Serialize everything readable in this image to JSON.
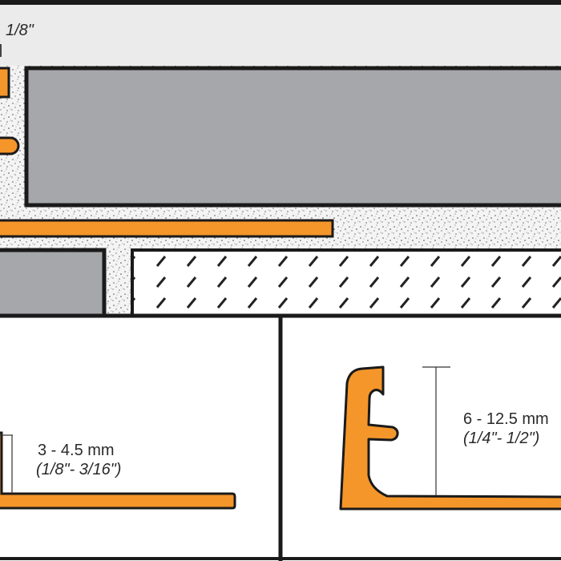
{
  "colors": {
    "profile_orange": "#f5962a",
    "tile_gray": "#a6a7aa",
    "background_band": "#ebebec",
    "outline": "#1a1a1a"
  },
  "top_detail": {
    "joint_label": "1/8\""
  },
  "profile_small": {
    "height_metric": "3 - 4.5 mm",
    "height_imperial": "(1/8\"- 3/16\")"
  },
  "profile_large": {
    "height_metric": "6 - 12.5 mm",
    "height_imperial": "(1/4\"- 1/2\")"
  }
}
